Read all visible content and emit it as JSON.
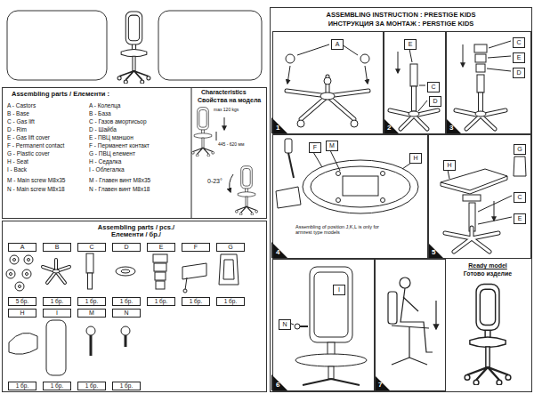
{
  "diagram": {
    "nodes": [
      {
        "text": [
          "Assembling parts / Елементи :"
        ]
      },
      {
        "text": [
          "Assembling parts / pcs./ Елементи / бр./"
        ]
      },
      {
        "text": [
          "A"
        ],
        "in": 1
      },
      {
        "text": [
          "B"
        ],
        "in": 1
      },
      {
        "text": [
          "C"
        ],
        "in": 1
      },
      {
        "text": [
          "D"
        ],
        "in": 1
      },
      {
        "text": [
          "E"
        ],
        "in": 1
      },
      {
        "text": [
          "F"
        ],
        "in": 1
      },
      {
        "text": [
          "G"
        ],
        "in": 1
      },
      {
        "text": [
          "5 бр."
        ],
        "in": 1
      },
      {
        "text": [
          "1 бр."
        ],
        "in": 1
      },
      {
        "text": [
          "1 бр."
        ],
        "in": 1
      },
      {
        "text": [
          "1 бр."
        ],
        "in": 1
      },
      {
        "text": [
          "1 бр."
        ],
        "in": 1
      },
      {
        "text": [
          "1 бр."
        ],
        "in": 1
      },
      {
        "text": [
          "1 бр."
        ],
        "in": 1
      },
      {
        "text": [
          "H"
        ],
        "in": 1
      },
      {
        "text": [
          "I"
        ],
        "in": 1
      },
      {
        "text": [
          "M"
        ],
        "in": 1
      },
      {
        "text": [
          "N"
        ],
        "in": 1
      },
      {
        "text": [
          "1 бр."
        ],
        "in": 1
      },
      {
        "text": [
          "1 бр."
        ],
        "in": 1
      },
      {
        "text": [
          "1 бр."
        ],
        "in": 1
      },
      {
        "text": [
          "1 бр."
        ],
        "in": 1
      },
      {
        "text": [
          "ASSEMBLING INSTRUCTION : PRESTIGE KIDS",
          "ИНСТРУКЦИЯ ЗА МОНТАЖ : PERSTIGE KIDS"
        ]
      },
      {
        "text": [
          "1"
        ],
        "in": 24
      },
      {
        "text": [
          "A"
        ],
        "in": 25
      },
      {
        "text": [
          "2"
        ],
        "in": 24
      },
      {
        "text": [
          "E"
        ],
        "in": 27
      },
      {
        "text": [
          "C"
        ],
        "in": 27
      },
      {
        "text": [
          "D"
        ],
        "in": 27
      },
      {
        "text": [
          "3"
        ],
        "in": 24
      },
      {
        "text": [
          "C"
        ],
        "in": 31
      },
      {
        "text": [
          "E"
        ],
        "in": 31
      },
      {
        "text": [
          "D"
        ],
        "in": 31
      },
      {
        "text": [
          "4",
          "Assembling of position J,K,L is only for armrest type models"
        ],
        "in": 24
      },
      {
        "text": [
          "F"
        ],
        "in": 35
      },
      {
        "text": [
          "M"
        ],
        "in": 35
      },
      {
        "text": [
          "H"
        ],
        "in": 35
      },
      {
        "text": [
          "5"
        ],
        "in": 24
      },
      {
        "text": [
          "G"
        ],
        "in": 39
      },
      {
        "text": [
          "H"
        ],
        "in": 39
      },
      {
        "text": [
          "C"
        ],
        "in": 39
      },
      {
        "text": [
          "E"
        ],
        "in": 39
      },
      {
        "text": [
          "6"
        ],
        "in": 24
      },
      {
        "text": [
          "I"
        ],
        "in": 44
      },
      {
        "text": [
          "N"
        ],
        "in": 44
      },
      {
        "text": [
          "7"
        ],
        "in": 24
      },
      {
        "text": [
          "Ready model",
          "Готово изделие"
        ],
        "in": 24
      }
    ],
    "labels": [
      "A - Castors",
      "B - Base",
      "C - Gas lift",
      "D - Rim",
      "E - Gas lift cover",
      "F - Permanent contact",
      "G - Plastic cover",
      "H - Seat",
      "I - Back",
      "M - Main screw M8x35",
      "N - Main screw M8x18",
      "A - Колелца",
      "B - База",
      "C - Газов амортисьор",
      "D - Шайба",
      "E - ПВЦ маншон",
      "F - Перманент контакт",
      "G - ПВЦ елемент",
      "H - Седалка",
      "I - Облегалка",
      "M - Главен винт M8x35",
      "N - Главен винт M8x18",
      "Characteristics",
      "Свойства на модела",
      "max 120 kgs",
      "445 - 620 мм",
      "0-23°"
    ]
  }
}
